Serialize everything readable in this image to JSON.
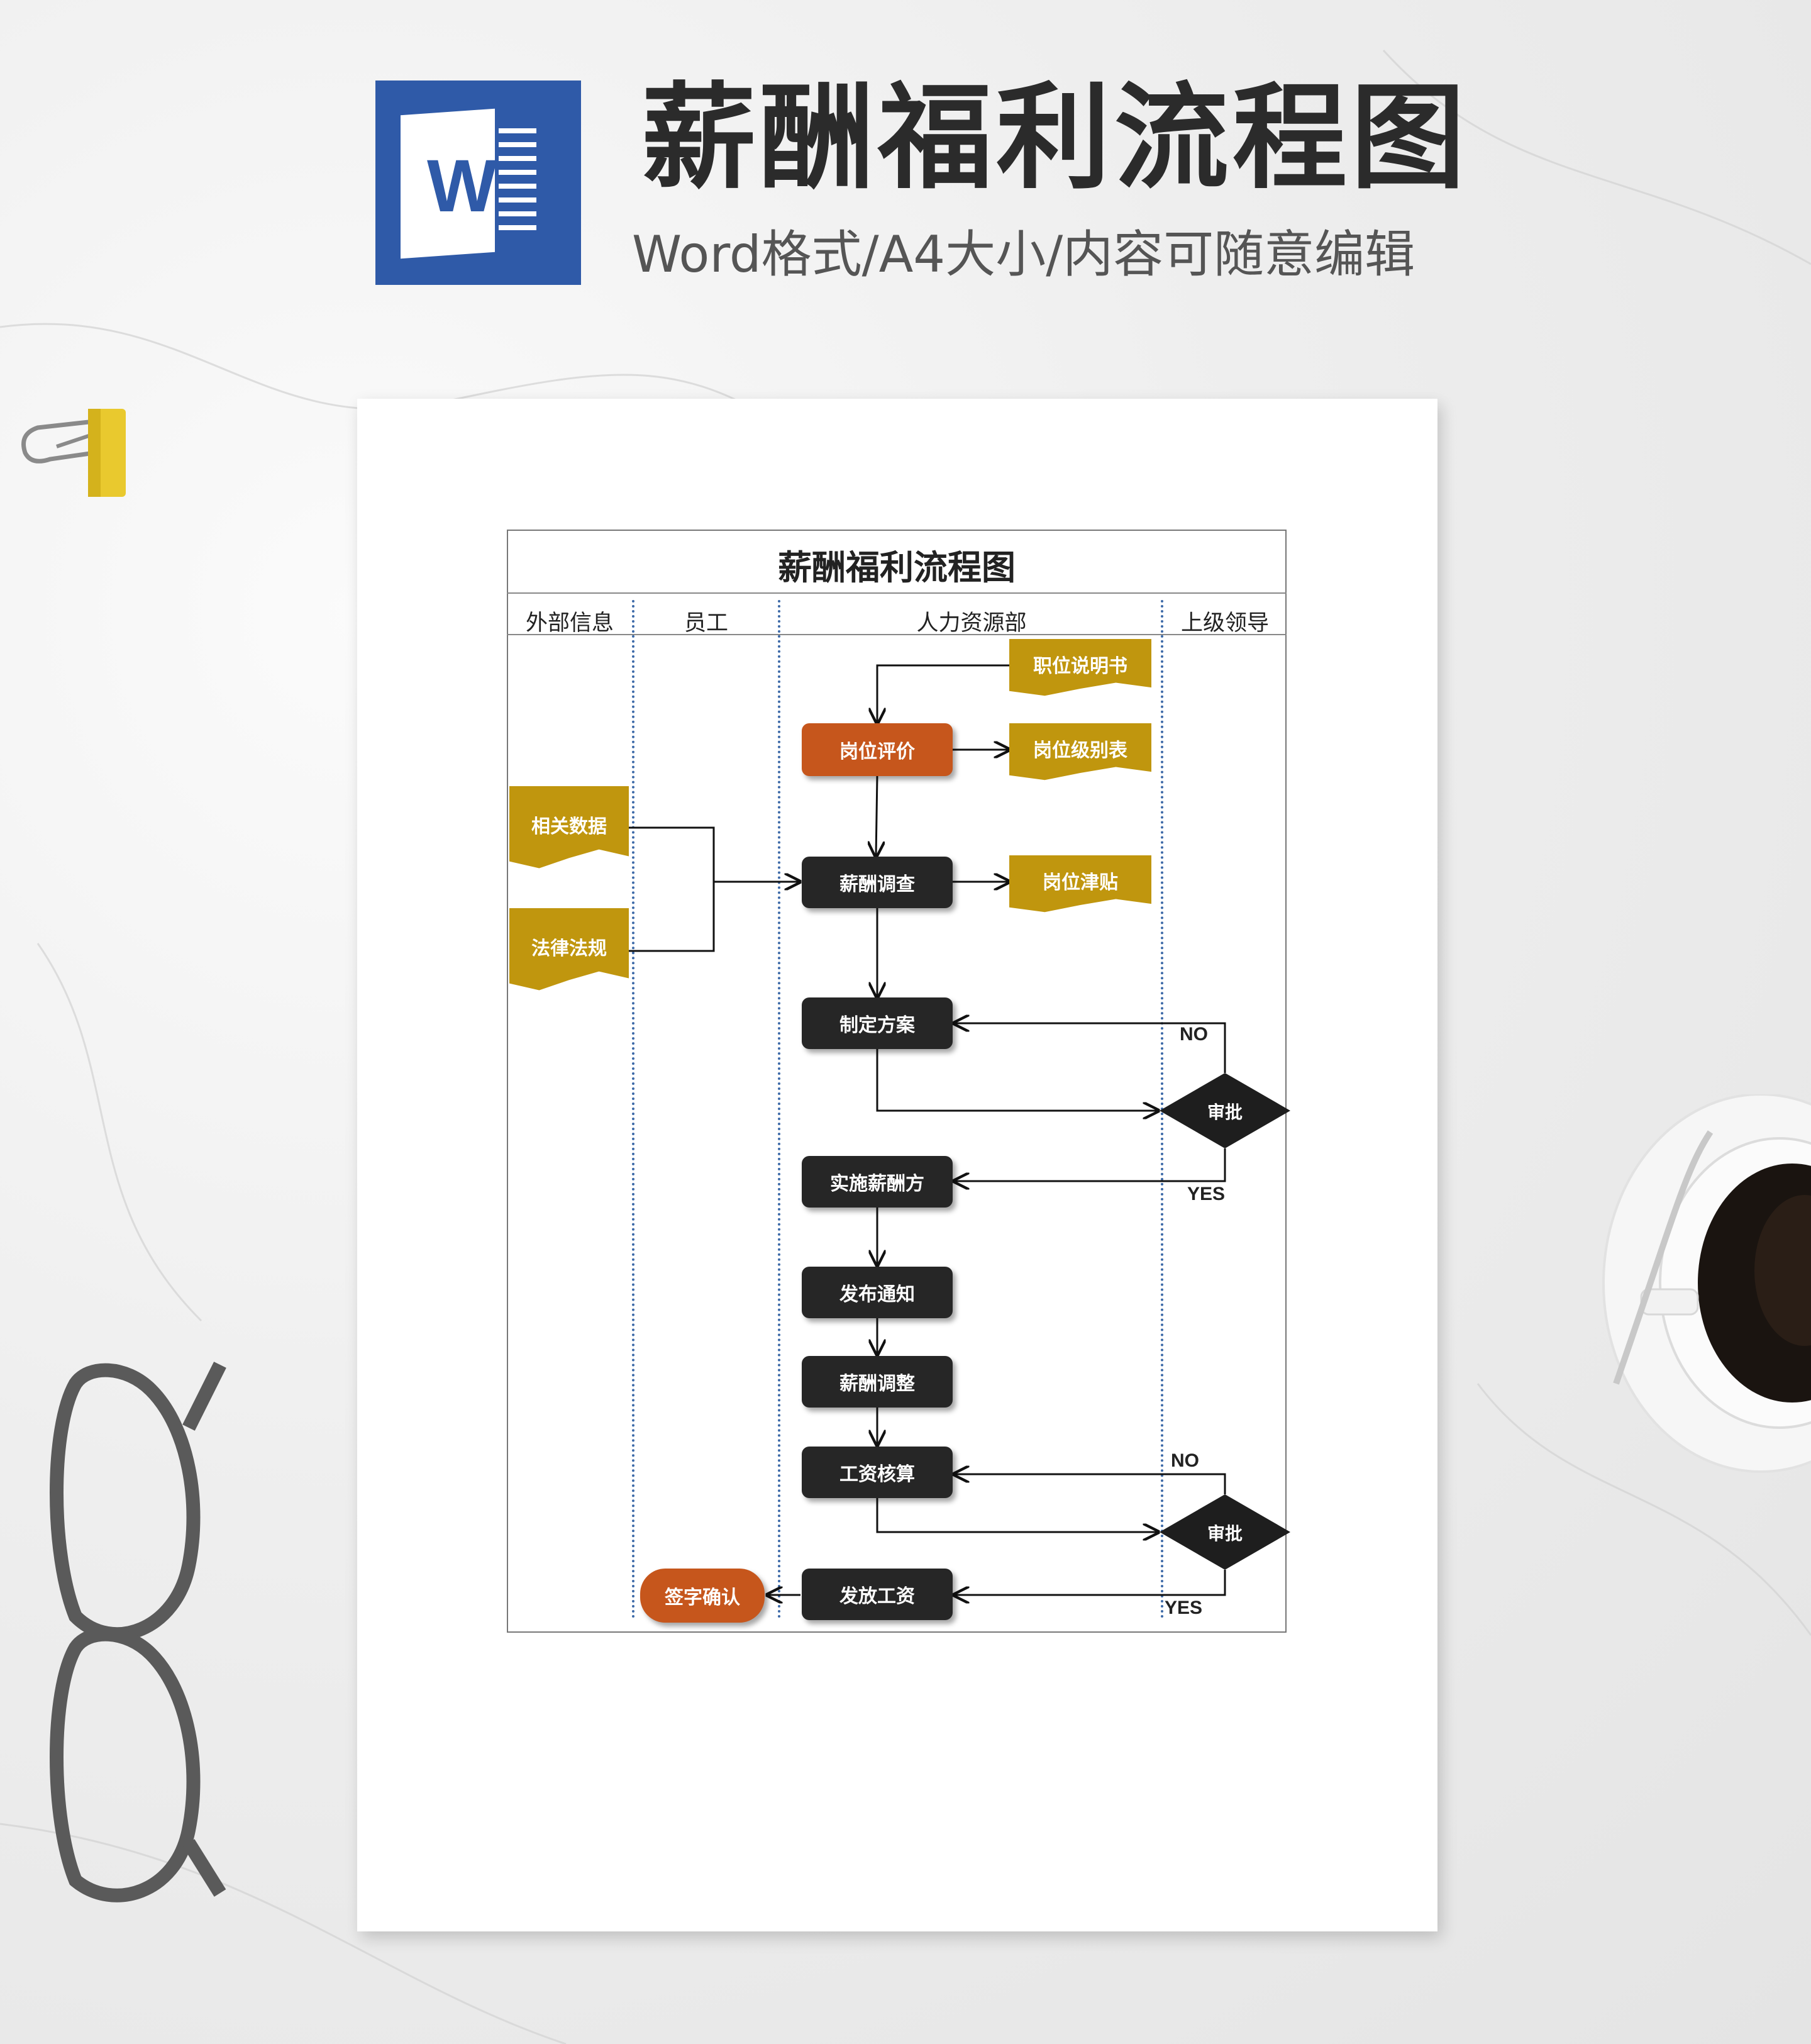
{
  "header": {
    "title": "薪酬福利流程图",
    "subtitle": "Word格式/A4大小/内容可随意编辑",
    "logo_letter": "W"
  },
  "diagram": {
    "title": "薪酬福利流程图",
    "lanes": [
      "外部信息",
      "员工",
      "人力资源部",
      "上级领导"
    ],
    "nodes": {
      "job_description": "职位说明书",
      "job_evaluation": "岗位评价",
      "job_grade_table": "岗位级别表",
      "related_data": "相关数据",
      "laws": "法律法规",
      "salary_survey": "薪酬调查",
      "job_allowance": "岗位津贴",
      "make_plan": "制定方案",
      "approve_1": "审批",
      "implement": "实施薪酬方",
      "publish": "发布通知",
      "adjust": "薪酬调整",
      "payroll": "工资核算",
      "approve_2": "审批",
      "pay": "发放工资",
      "sign": "签字确认"
    },
    "branch_labels": {
      "no_1": "NO",
      "yes_1": "YES",
      "no_2": "NO",
      "yes_2": "YES"
    }
  },
  "colors": {
    "dark_node": "#262626",
    "orange_node": "#c6561c",
    "document": "#c0960e",
    "lane_divider": "#3d6aa8",
    "word_blue": "#2f5aa8"
  }
}
